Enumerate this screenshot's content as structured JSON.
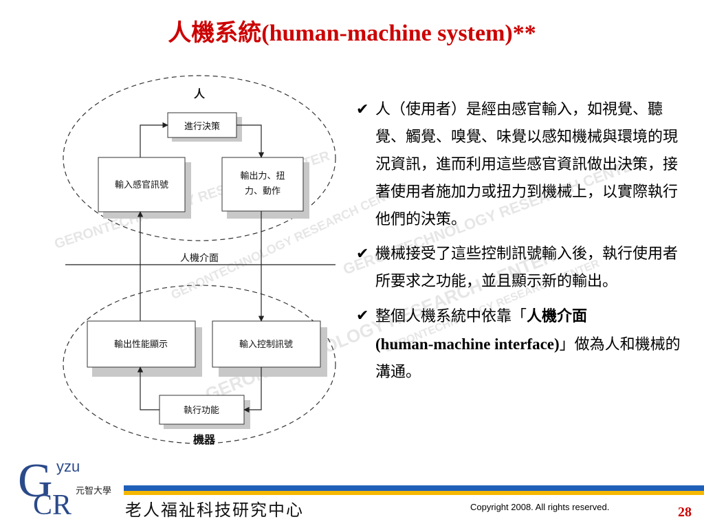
{
  "slide": {
    "title": "人機系統(human-machine system)**",
    "page_number": "28",
    "copyright": "Copyright 2008. All rights reserved.",
    "center_name": "老人福祉科技研究中心"
  },
  "logo": {
    "letters_g": "G",
    "letters_cr": "CR",
    "yzu": "yzu",
    "university": "元智大學"
  },
  "watermark_text": "GERONTECHNOLOGY RESEARCH CENTER",
  "diagram": {
    "human_label": "人",
    "machine_label": "機器",
    "interface_label": "人機介面",
    "boxes": {
      "decision": "進行決策",
      "sensory_input": "輸入感官訊號",
      "output_force_line1": "輸出力、扭",
      "output_force_line2": "力、動作",
      "output_display": "輸出性能顯示",
      "control_input": "輸入控制訊號",
      "execute": "執行功能"
    }
  },
  "bullets": [
    {
      "text": "人（使用者）是經由感官輸入，如視覺、聽覺、觸覺、嗅覺、味覺以感知機械與環境的現況資訊，進而利用這些感官資訊做出決策，接著使用者施加力或扭力到機械上，以實際執行他們的決策。"
    },
    {
      "text": "機械接受了這些控制訊號輸入後，執行使用者所要求之功能，並且顯示新的輸出。"
    },
    {
      "pre": "整個人機系統中依靠「",
      "highlight_zh": "人機介面",
      "highlight_en": "(human-machine interface)",
      "post": "」做為人和機械的溝通。"
    }
  ]
}
